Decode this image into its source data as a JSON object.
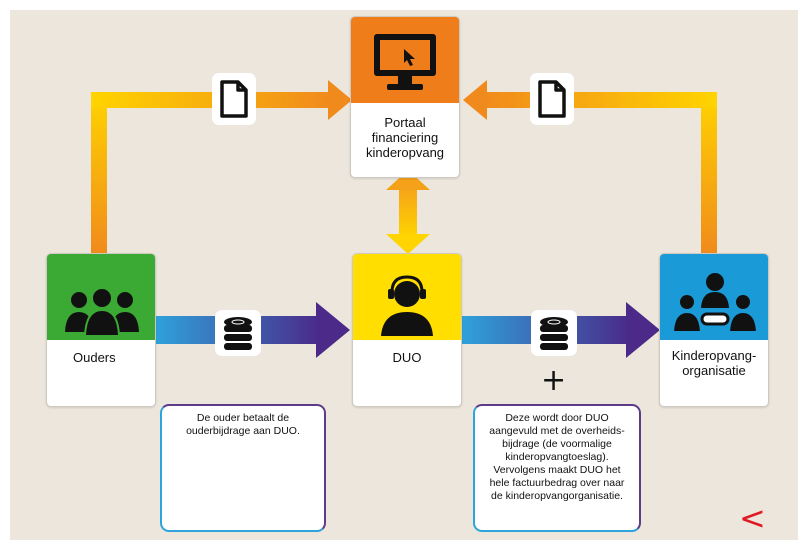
{
  "portal": {
    "label": "Portaal\nfinanciering\nkinderopvang",
    "color": "#ef7d1a"
  },
  "ouders": {
    "label": "Ouders",
    "color": "#3aaa35"
  },
  "duo": {
    "label": "DUO",
    "color": "#ffde00"
  },
  "kinderopvang": {
    "label": "Kinderopvang-\norganisatie",
    "color": "#1a9ad6"
  },
  "notes": {
    "ouders": "De ouder betaalt de ouderbijdrage aan DUO.",
    "duo": "Deze wordt door DUO aangevuld met de overheids-bijdrage (de voormalige kinderopvangtoeslag). Vervolgens maakt DUO het hele factuurbedrag over naar de kinderopvangorganisatie."
  },
  "plus_sign": "+",
  "back_symbol": "<",
  "icons": {
    "document_left": "document-icon",
    "document_right": "document-icon",
    "coins_left": "coin-stack-icon",
    "coins_right": "coin-stack-icon",
    "portal": "computer-monitor-icon",
    "ouders": "group-of-people-icon",
    "duo": "headset-operator-icon",
    "kinderopvang": "organization-people-icon"
  }
}
